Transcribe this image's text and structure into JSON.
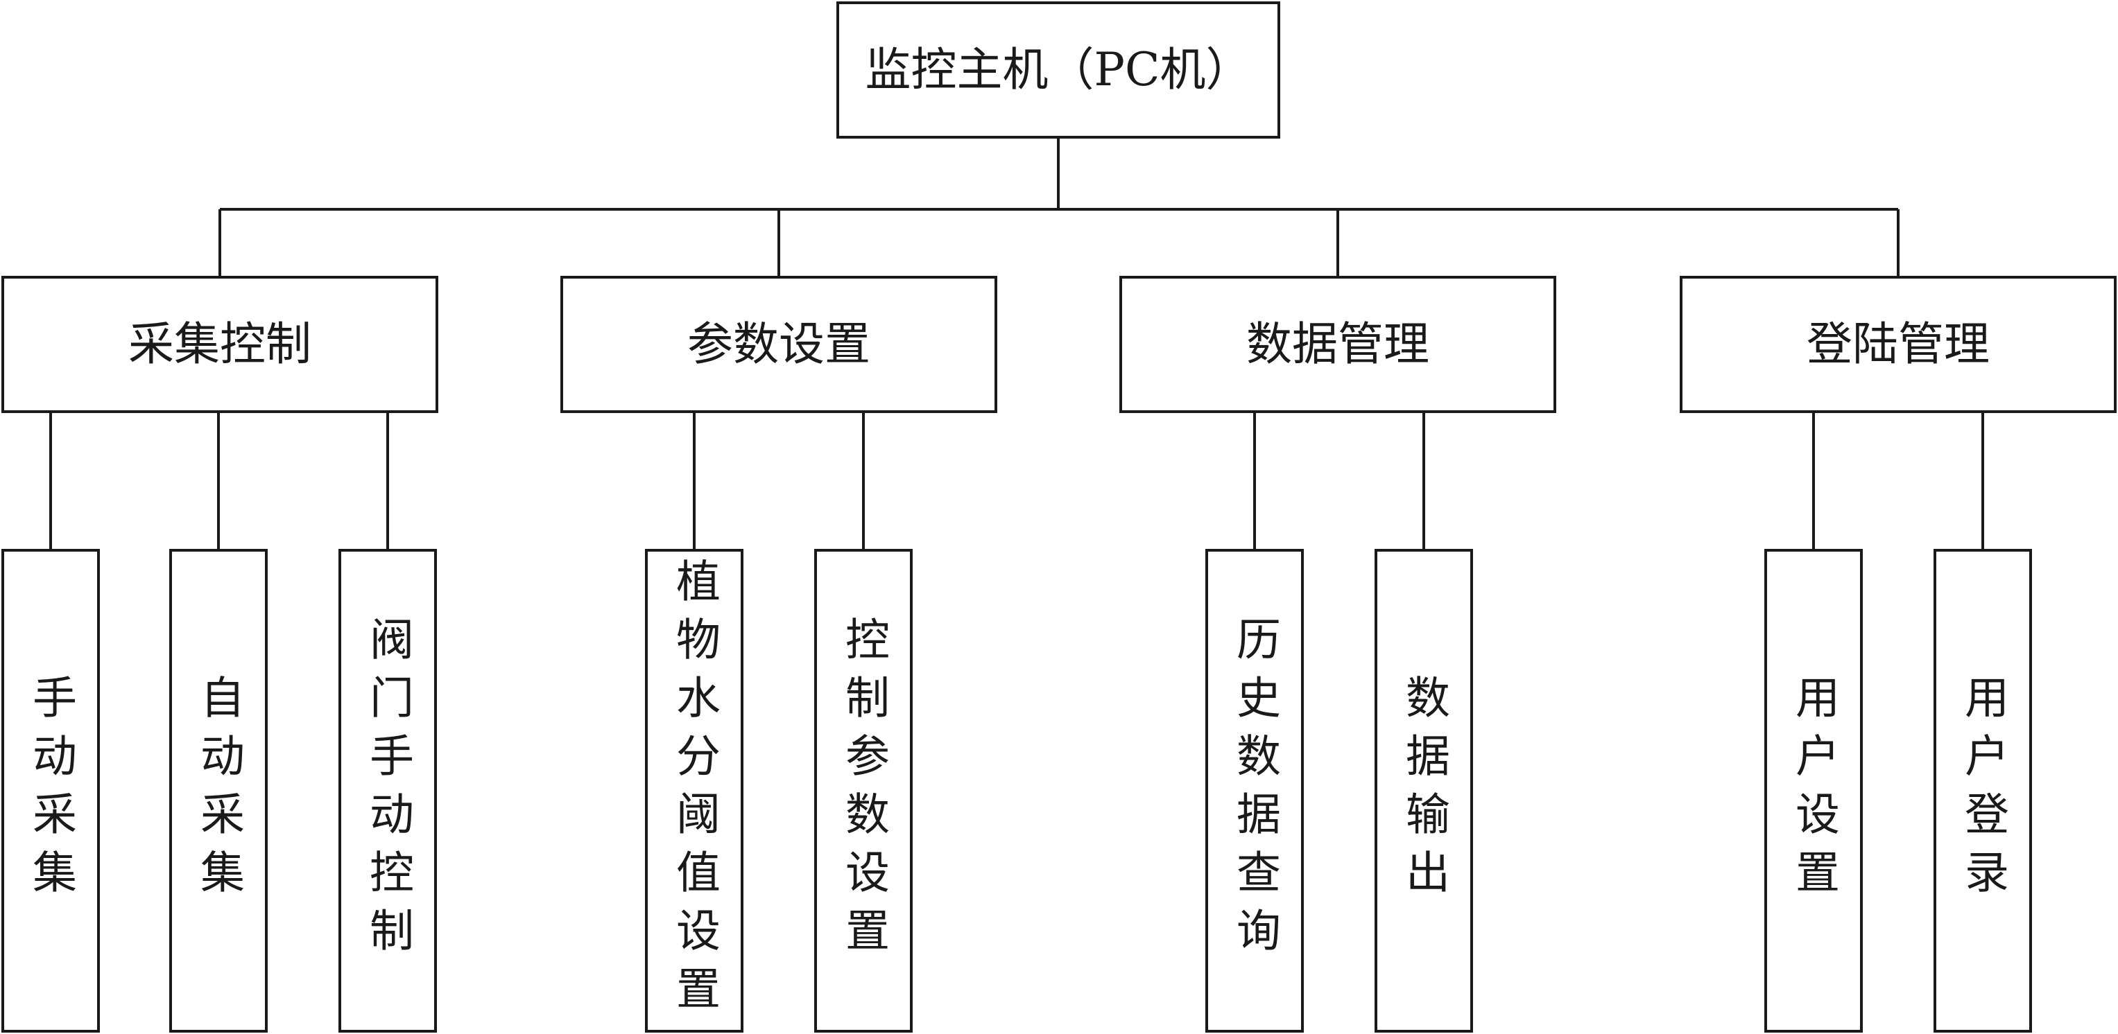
{
  "diagram": {
    "root": {
      "label": "监控主机（PC机）"
    },
    "branches": [
      {
        "label": "采集控制",
        "children": [
          {
            "label": "手动采集"
          },
          {
            "label": "自动采集"
          },
          {
            "label": "阀门手动控制"
          }
        ]
      },
      {
        "label": "参数设置",
        "children": [
          {
            "label": "植物水分阈值设置"
          },
          {
            "label": "控制参数设置"
          }
        ]
      },
      {
        "label": "数据管理",
        "children": [
          {
            "label": "历史数据查询"
          },
          {
            "label": "数据输出"
          }
        ]
      },
      {
        "label": "登陆管理",
        "children": [
          {
            "label": "用户设置"
          },
          {
            "label": "用户登录"
          }
        ]
      }
    ]
  }
}
